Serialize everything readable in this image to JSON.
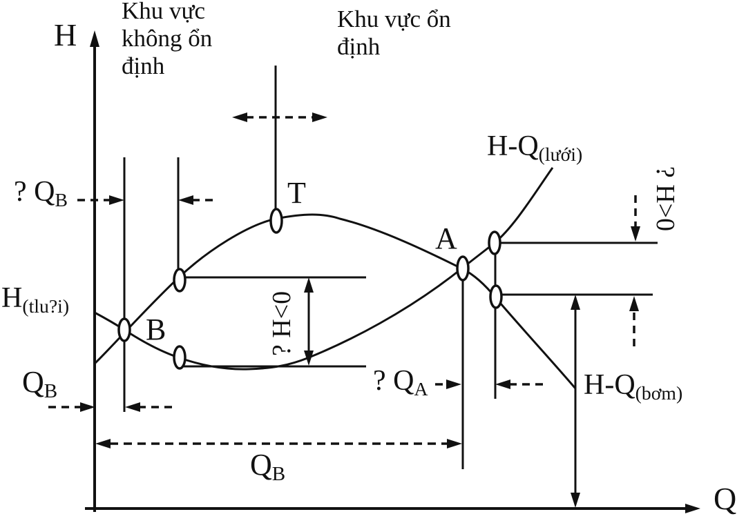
{
  "axes": {
    "y_label": "H",
    "x_label": "Q"
  },
  "regions": {
    "unstable": "Khu vực không ổn định",
    "stable": "Khu vực ổn định"
  },
  "points": {
    "b": "B",
    "t": "T",
    "a": "A"
  },
  "curves": {
    "grid": {
      "base": "H-Q",
      "sub": "(lưới)"
    },
    "pump": {
      "base": "H-Q",
      "sub": "(bơm)"
    }
  },
  "labels": {
    "delta_qb": {
      "base": "? Q",
      "sub": "B"
    },
    "h_start": {
      "base": "H",
      "sub": "(tlu?i)"
    },
    "qb_axis": {
      "base": "Q",
      "sub": "B"
    },
    "delta_qa": {
      "base": "? Q",
      "sub": "A"
    },
    "qb_span": {
      "base": "Q",
      "sub": "B"
    },
    "delta_h_negative": "? H<0",
    "delta_h_positive": "? H>0"
  },
  "colors": {
    "ink": "#111111",
    "background": "#ffffff"
  }
}
